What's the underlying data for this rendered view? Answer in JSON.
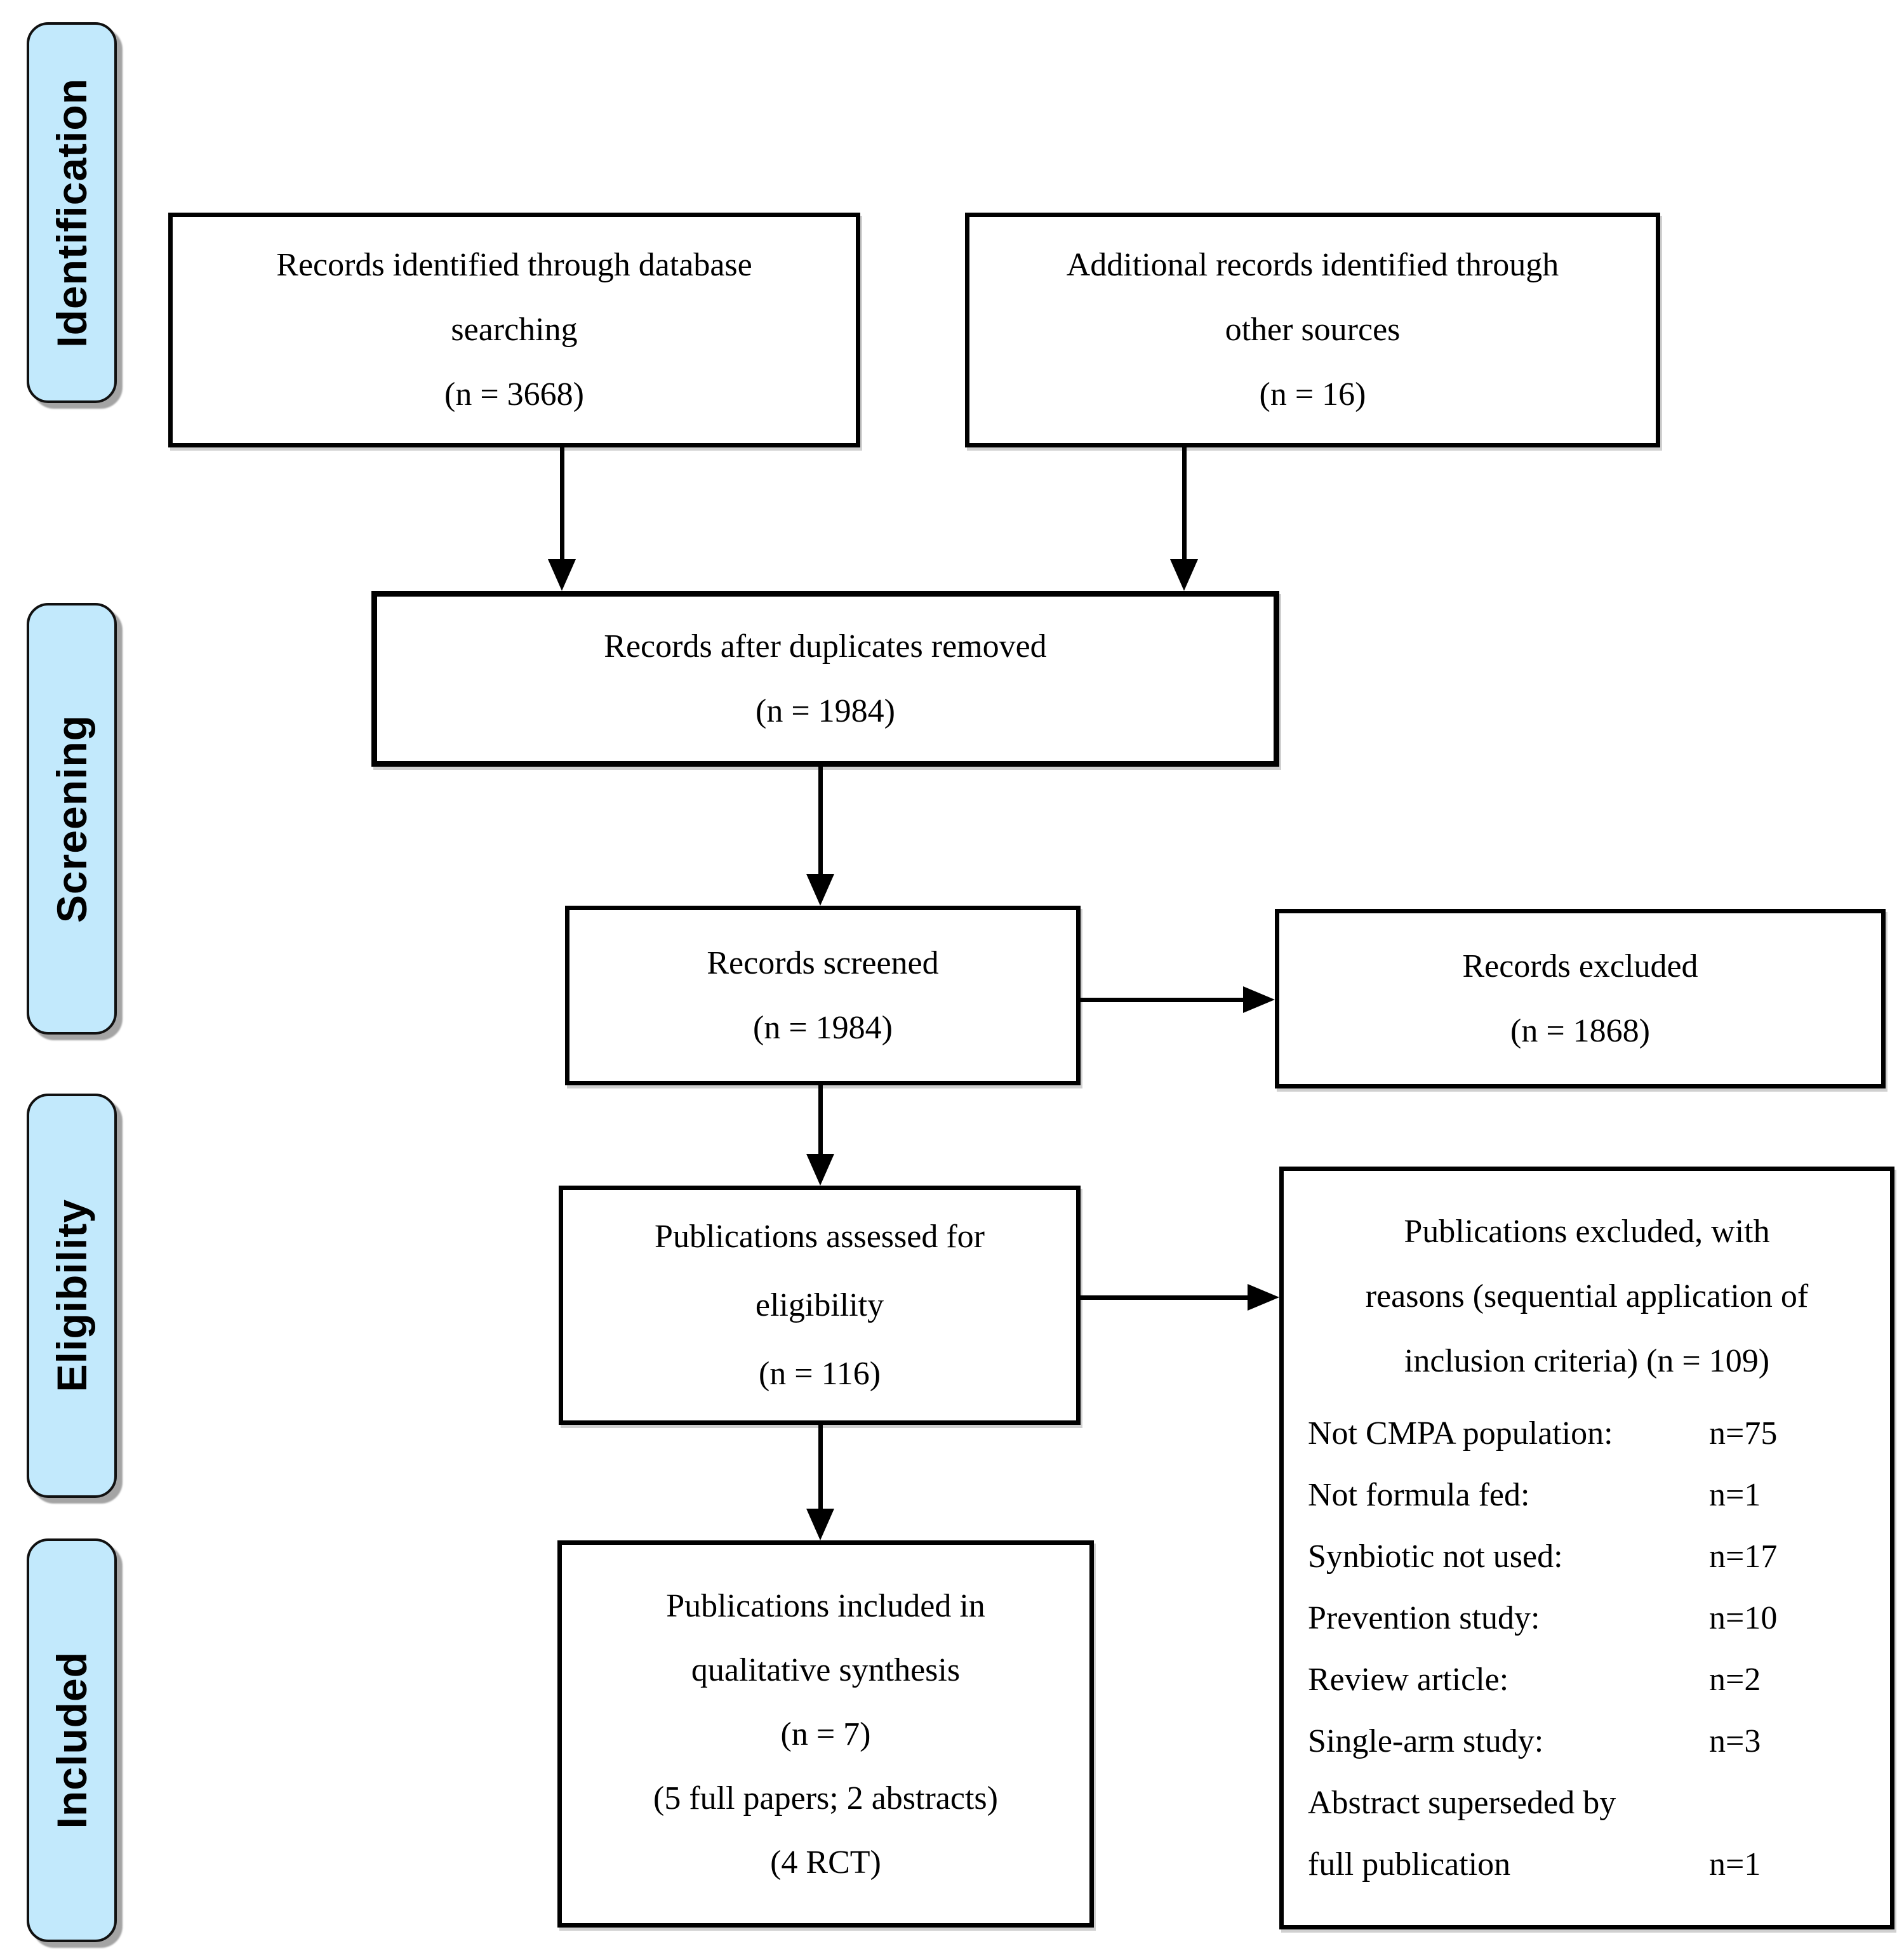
{
  "diagram": {
    "type": "prisma-flow",
    "colors": {
      "stage_fill": "#C2E9FC",
      "box_border": "#000000",
      "background": "#FFFFFF"
    },
    "sidebar": {
      "stages": [
        {
          "label": "Identification"
        },
        {
          "label": "Screening"
        },
        {
          "label": "Eligibility"
        },
        {
          "label": "Included"
        }
      ]
    },
    "boxes": {
      "db_search": {
        "lines": [
          "Records identified through database",
          "searching",
          "(n = 3668)"
        ]
      },
      "other_sources": {
        "lines": [
          "Additional records identified through",
          "other sources",
          "(n = 16)"
        ]
      },
      "duplicates_removed": {
        "lines": [
          "Records after duplicates removed",
          "(n = 1984)"
        ]
      },
      "screened": {
        "lines": [
          "Records screened",
          "(n = 1984)"
        ]
      },
      "excluded": {
        "lines": [
          "Records excluded",
          "(n = 1868)"
        ]
      },
      "assessed": {
        "lines": [
          "Publications assessed for",
          "eligibility",
          "(n = 116)"
        ]
      },
      "excluded_reasons": {
        "header_lines": [
          "Publications excluded, with",
          "reasons (sequential application of",
          "inclusion criteria) (n = 109)"
        ],
        "reasons": [
          {
            "label": "Not CMPA population:",
            "value": "n=75"
          },
          {
            "label": "Not formula fed:",
            "value": "n=1"
          },
          {
            "label": "Synbiotic not used:",
            "value": "n=17"
          },
          {
            "label": "Prevention study:",
            "value": "n=10"
          },
          {
            "label": "Review article:",
            "value": "n=2"
          },
          {
            "label": "Single-arm study:",
            "value": "n=3"
          },
          {
            "label": "Abstract superseded by",
            "value": ""
          },
          {
            "label": "full publication",
            "value": "n=1"
          }
        ]
      },
      "included": {
        "lines": [
          "Publications included in",
          "qualitative synthesis",
          "(n = 7)",
          "(5 full papers; 2 abstracts)",
          "(4 RCT)"
        ]
      }
    }
  }
}
